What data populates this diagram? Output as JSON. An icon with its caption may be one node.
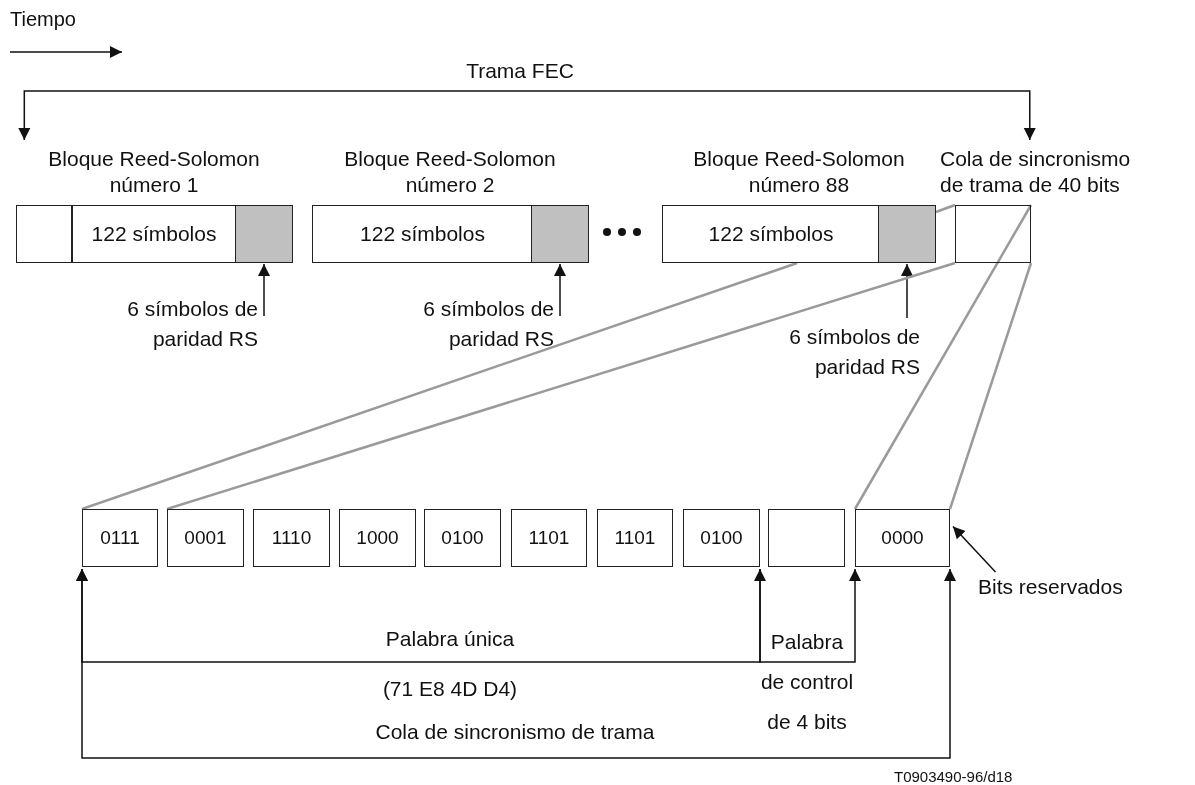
{
  "diagram": {
    "nodes": [
      {
        "text": [
          "Bloque Reed-Solomon número 1"
        ]
      },
      {
        "text": [],
        "shape": "box",
        "in": 0
      },
      {
        "text": [
          "122 símbolos"
        ],
        "in": 0
      },
      {
        "text": [],
        "shape": "box",
        "in": 0
      },
      {
        "text": [
          "Bloque Reed-Solomon número 2"
        ]
      },
      {
        "text": [
          "122 símbolos"
        ],
        "in": 4
      },
      {
        "text": [],
        "shape": "box",
        "in": 4
      },
      {
        "text": [
          "Bloque Reed-Solomon número 88"
        ]
      },
      {
        "text": [
          "122 símbolos"
        ],
        "in": 7
      },
      {
        "text": [],
        "shape": "box",
        "in": 7
      },
      {
        "text": [
          "Cola de sincronismo de trama de 40 bits"
        ]
      },
      {
        "text": [
          "6 símbolos de paridad RS"
        ]
      },
      {
        "text": [
          "6 símbolos de paridad RS"
        ]
      },
      {
        "text": [
          "6 símbolos de paridad RS"
        ]
      },
      {
        "text": [
          "0111"
        ]
      },
      {
        "text": [
          "0001"
        ]
      },
      {
        "text": [
          "1110"
        ]
      },
      {
        "text": [
          "1000"
        ]
      },
      {
        "text": [
          "0100"
        ]
      },
      {
        "text": [
          "1101"
        ]
      },
      {
        "text": [
          "1101"
        ]
      },
      {
        "text": [
          "0100"
        ]
      },
      {
        "text": [],
        "shape": "box"
      },
      {
        "text": [
          "0000"
        ]
      },
      {
        "text": [
          "Bits reservados"
        ]
      }
    ],
    "edges": [
      {
        "from": 11,
        "to": 3,
        "arrow": "to"
      },
      {
        "from": 12,
        "to": 6,
        "arrow": "to"
      },
      {
        "from": 13,
        "to": 9,
        "arrow": "to"
      },
      {
        "from": 24,
        "to": 23,
        "arrow": "to"
      },
      {
        "from": 8,
        "to": 14,
        "arrow": "none",
        "color": "#9a9a9a"
      },
      {
        "from": 10,
        "to": 15,
        "arrow": "none",
        "color": "#9a9a9a"
      },
      {
        "from": 9,
        "to": 10,
        "arrow": "none",
        "color": "#9a9a9a"
      },
      {
        "from": 10,
        "to": 23,
        "arrow": "none",
        "color": "#9a9a9a"
      },
      {
        "from": 10,
        "to": 23,
        "arrow": "none",
        "color": "#9a9a9a"
      },
      {
        "from": 0,
        "to": 10,
        "arrow": "both",
        "label": "Trama FEC"
      },
      {
        "from": 14,
        "to": 23,
        "arrow": "both",
        "label": "Cola de sincronismo de trama"
      },
      {
        "from": 14,
        "to": 21,
        "arrow": "both"
      },
      {
        "from": 21,
        "to": 23,
        "arrow": "to"
      }
    ],
    "labels": [
      "Tiempo",
      "Palabra única",
      "(71 E8 4D D4)",
      "Palabra de control de 4 bits",
      "T0903490-96/d18"
    ]
  }
}
